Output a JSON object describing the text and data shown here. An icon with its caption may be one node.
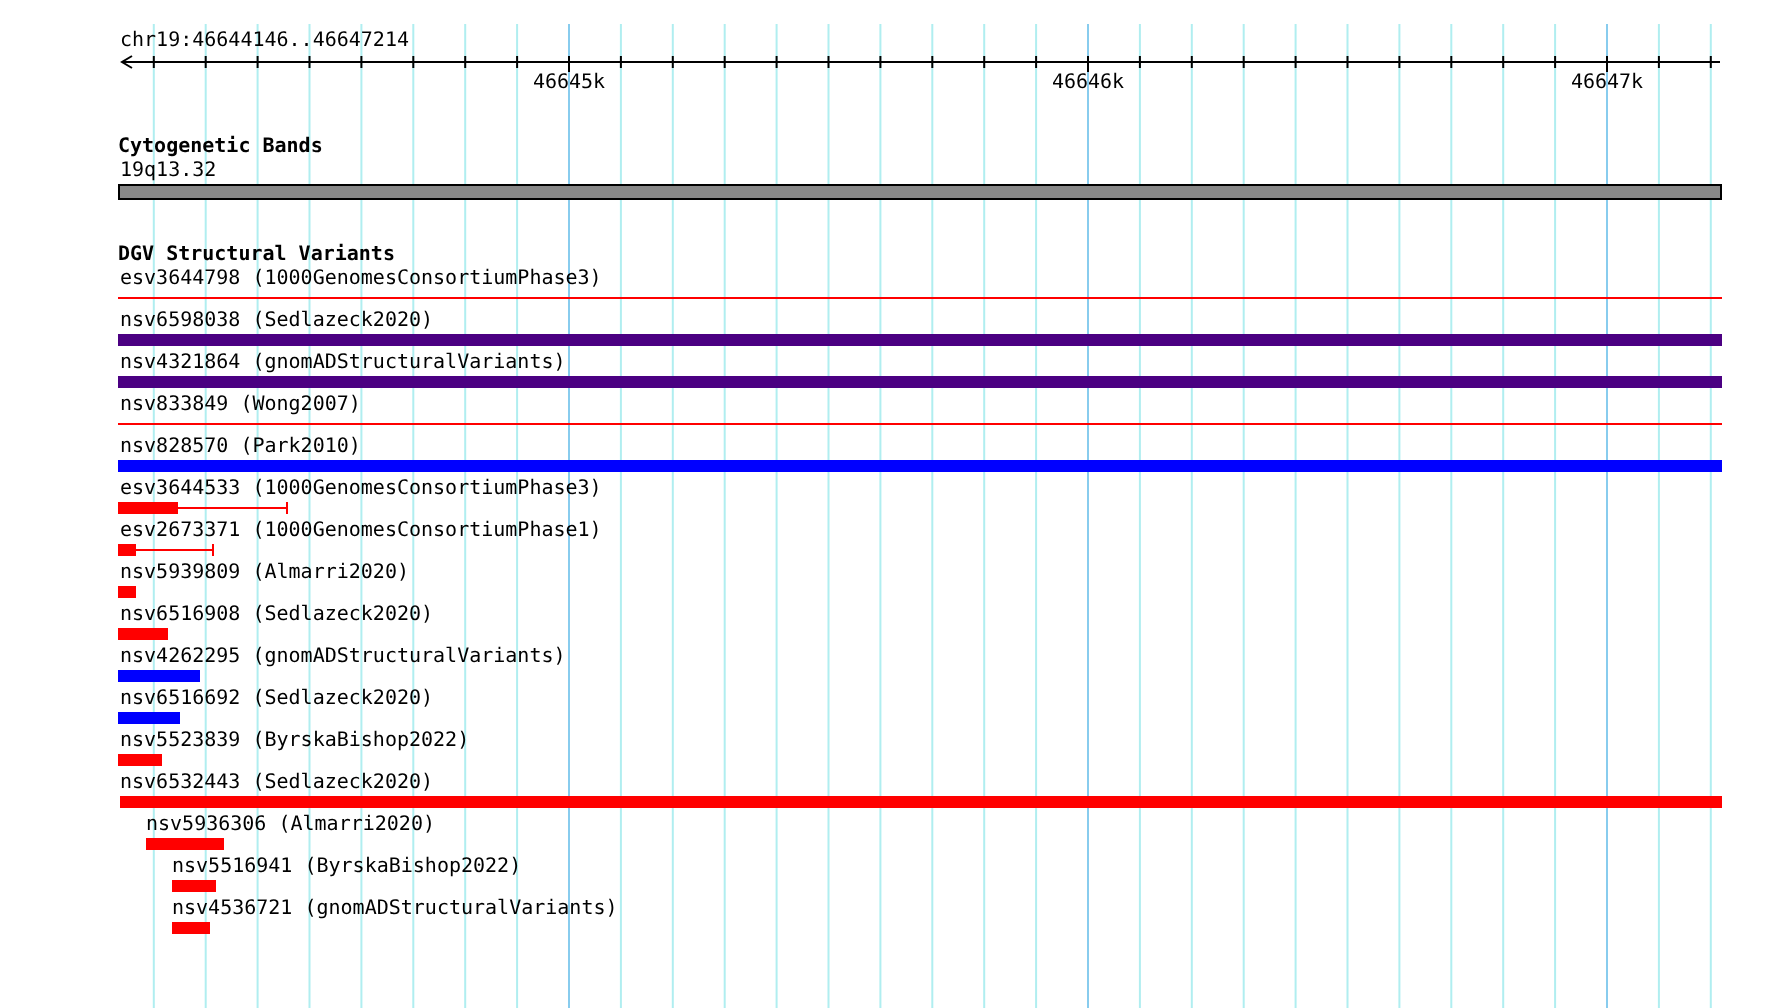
{
  "diagram": {
    "labels": [
      "chr19:46644146..46647214",
      "46645k",
      "46646k",
      "46647k",
      "Cytogenetic Bands",
      "19q13.32",
      "DGV Structural Variants",
      "esv3644798 (1000GenomesConsortiumPhase3)",
      "nsv6598038 (Sedlazeck2020)",
      "nsv4321864 (gnomADStructuralVariants)",
      "nsv833849 (Wong2007)",
      "nsv828570 (Park2010)",
      "esv3644533 (1000GenomesConsortiumPhase3)",
      "esv2673371 (1000GenomesConsortiumPhase1)",
      "nsv5939809 (Almarri2020)",
      "nsv6516908 (Sedlazeck2020)",
      "nsv4262295 (gnomADStructuralVariants)",
      "nsv6516692 (Sedlazeck2020)",
      "nsv5523839 (ByrskaBishop2022)",
      "nsv6532443 (Sedlazeck2020)",
      "nsv5936306 (Almarri2020)",
      "nsv5516941 (ByrskaBishop2022)",
      "nsv4536721 (gnomADStructuralVariants)"
    ]
  }
}
